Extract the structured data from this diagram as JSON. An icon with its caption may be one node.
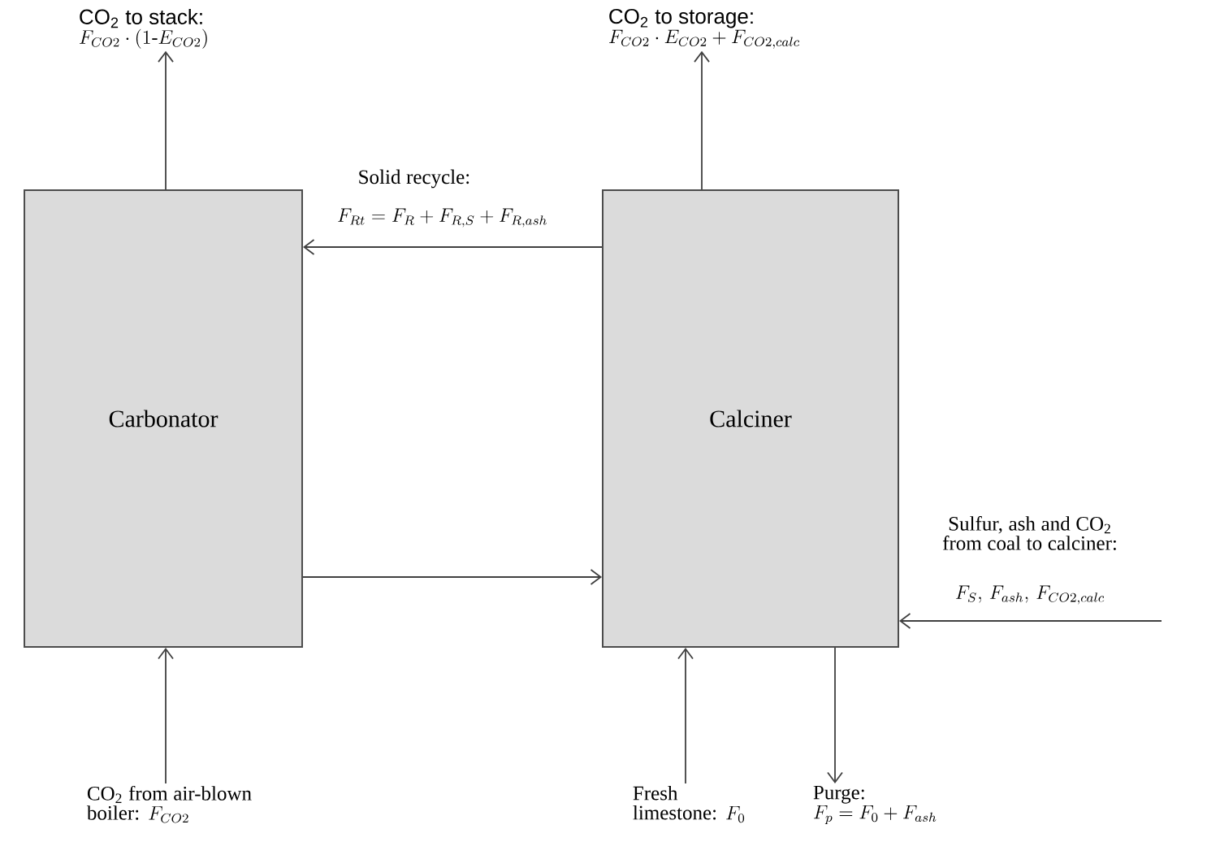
{
  "diagram": {
    "nodes": [
      {
        "text": [
          "Carbonator"
        ]
      },
      {
        "text": [
          "Calciner"
        ]
      },
      {
        "text": [
          "CO$_{2}$ to stack:",
          "F_{CO2}\\cdot(1\\text{-}E_{CO2})"
        ]
      },
      {
        "text": [
          "CO$_{2}$ to storage:",
          "F_{CO2}\\cdot E_{CO2}+F_{CO2,calc}"
        ]
      },
      {
        "text": [
          "CO$_{2}$ from air-blown boiler:",
          "F_{CO2}"
        ]
      },
      {
        "text": [
          "Fresh limestone:",
          "F_0"
        ]
      },
      {
        "text": [
          "Purge:",
          "F_p=F_0+F_{ash}"
        ]
      }
    ],
    "edges": [
      {
        "from": 0,
        "to": 2,
        "arrow": "to"
      },
      {
        "from": 1,
        "to": 3,
        "arrow": "to"
      },
      {
        "from": 1,
        "to": 0,
        "arrow": "to",
        "label": "Solid recycle:"
      },
      {
        "from": 0,
        "to": 1,
        "arrow": "to"
      },
      {
        "from": null,
        "to": 1,
        "arrow": "to",
        "label": "Sulfur, ash and CO$_{2}$ from coal to calciner:"
      },
      {
        "from": 4,
        "to": 0,
        "arrow": "to"
      },
      {
        "from": 5,
        "to": 1,
        "arrow": "to"
      },
      {
        "from": 1,
        "to": 6,
        "arrow": "to"
      }
    ],
    "labels": [
      "F_{Rt}=F_R+F_{R,S}+F_{R,ash}",
      "F_S,\\,F_{ash},\\,F_{CO2,calc}"
    ]
  }
}
